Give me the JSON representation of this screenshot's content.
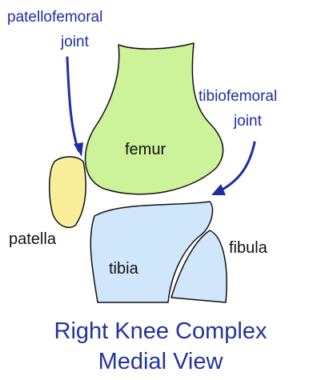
{
  "labels": {
    "patellofemoral_line1": "patellofemoral",
    "patellofemoral_line2": "joint",
    "tibiofemoral_line1": "tibiofemoral",
    "tibiofemoral_line2": "joint",
    "femur": "femur",
    "patella": "patella",
    "tibia": "tibia",
    "fibula": "fibula"
  },
  "caption": {
    "line1": "Right Knee Complex",
    "line2": "Medial View"
  },
  "colors": {
    "femur_fill": "#ccf29a",
    "patella_fill": "#f9ef9b",
    "tibia_fill": "#cfe6fb",
    "fibula_fill": "#cfe6fb",
    "arrow": "#1f2ea3",
    "annotation_text": "#1f2ea3",
    "caption_text": "#24339e"
  }
}
